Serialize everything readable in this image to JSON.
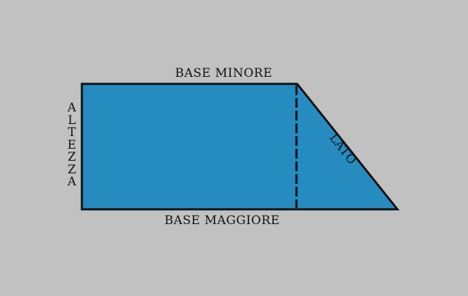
{
  "diagram": {
    "labels": {
      "base_minore": "BASE MINORE",
      "base_maggiore": "BASE MAGGIORE",
      "lato": "LATO",
      "altezza": "ALTEZZA"
    },
    "colors": {
      "background": "#c1c1c1",
      "fill": "#268bbf",
      "stroke": "#111111"
    }
  }
}
